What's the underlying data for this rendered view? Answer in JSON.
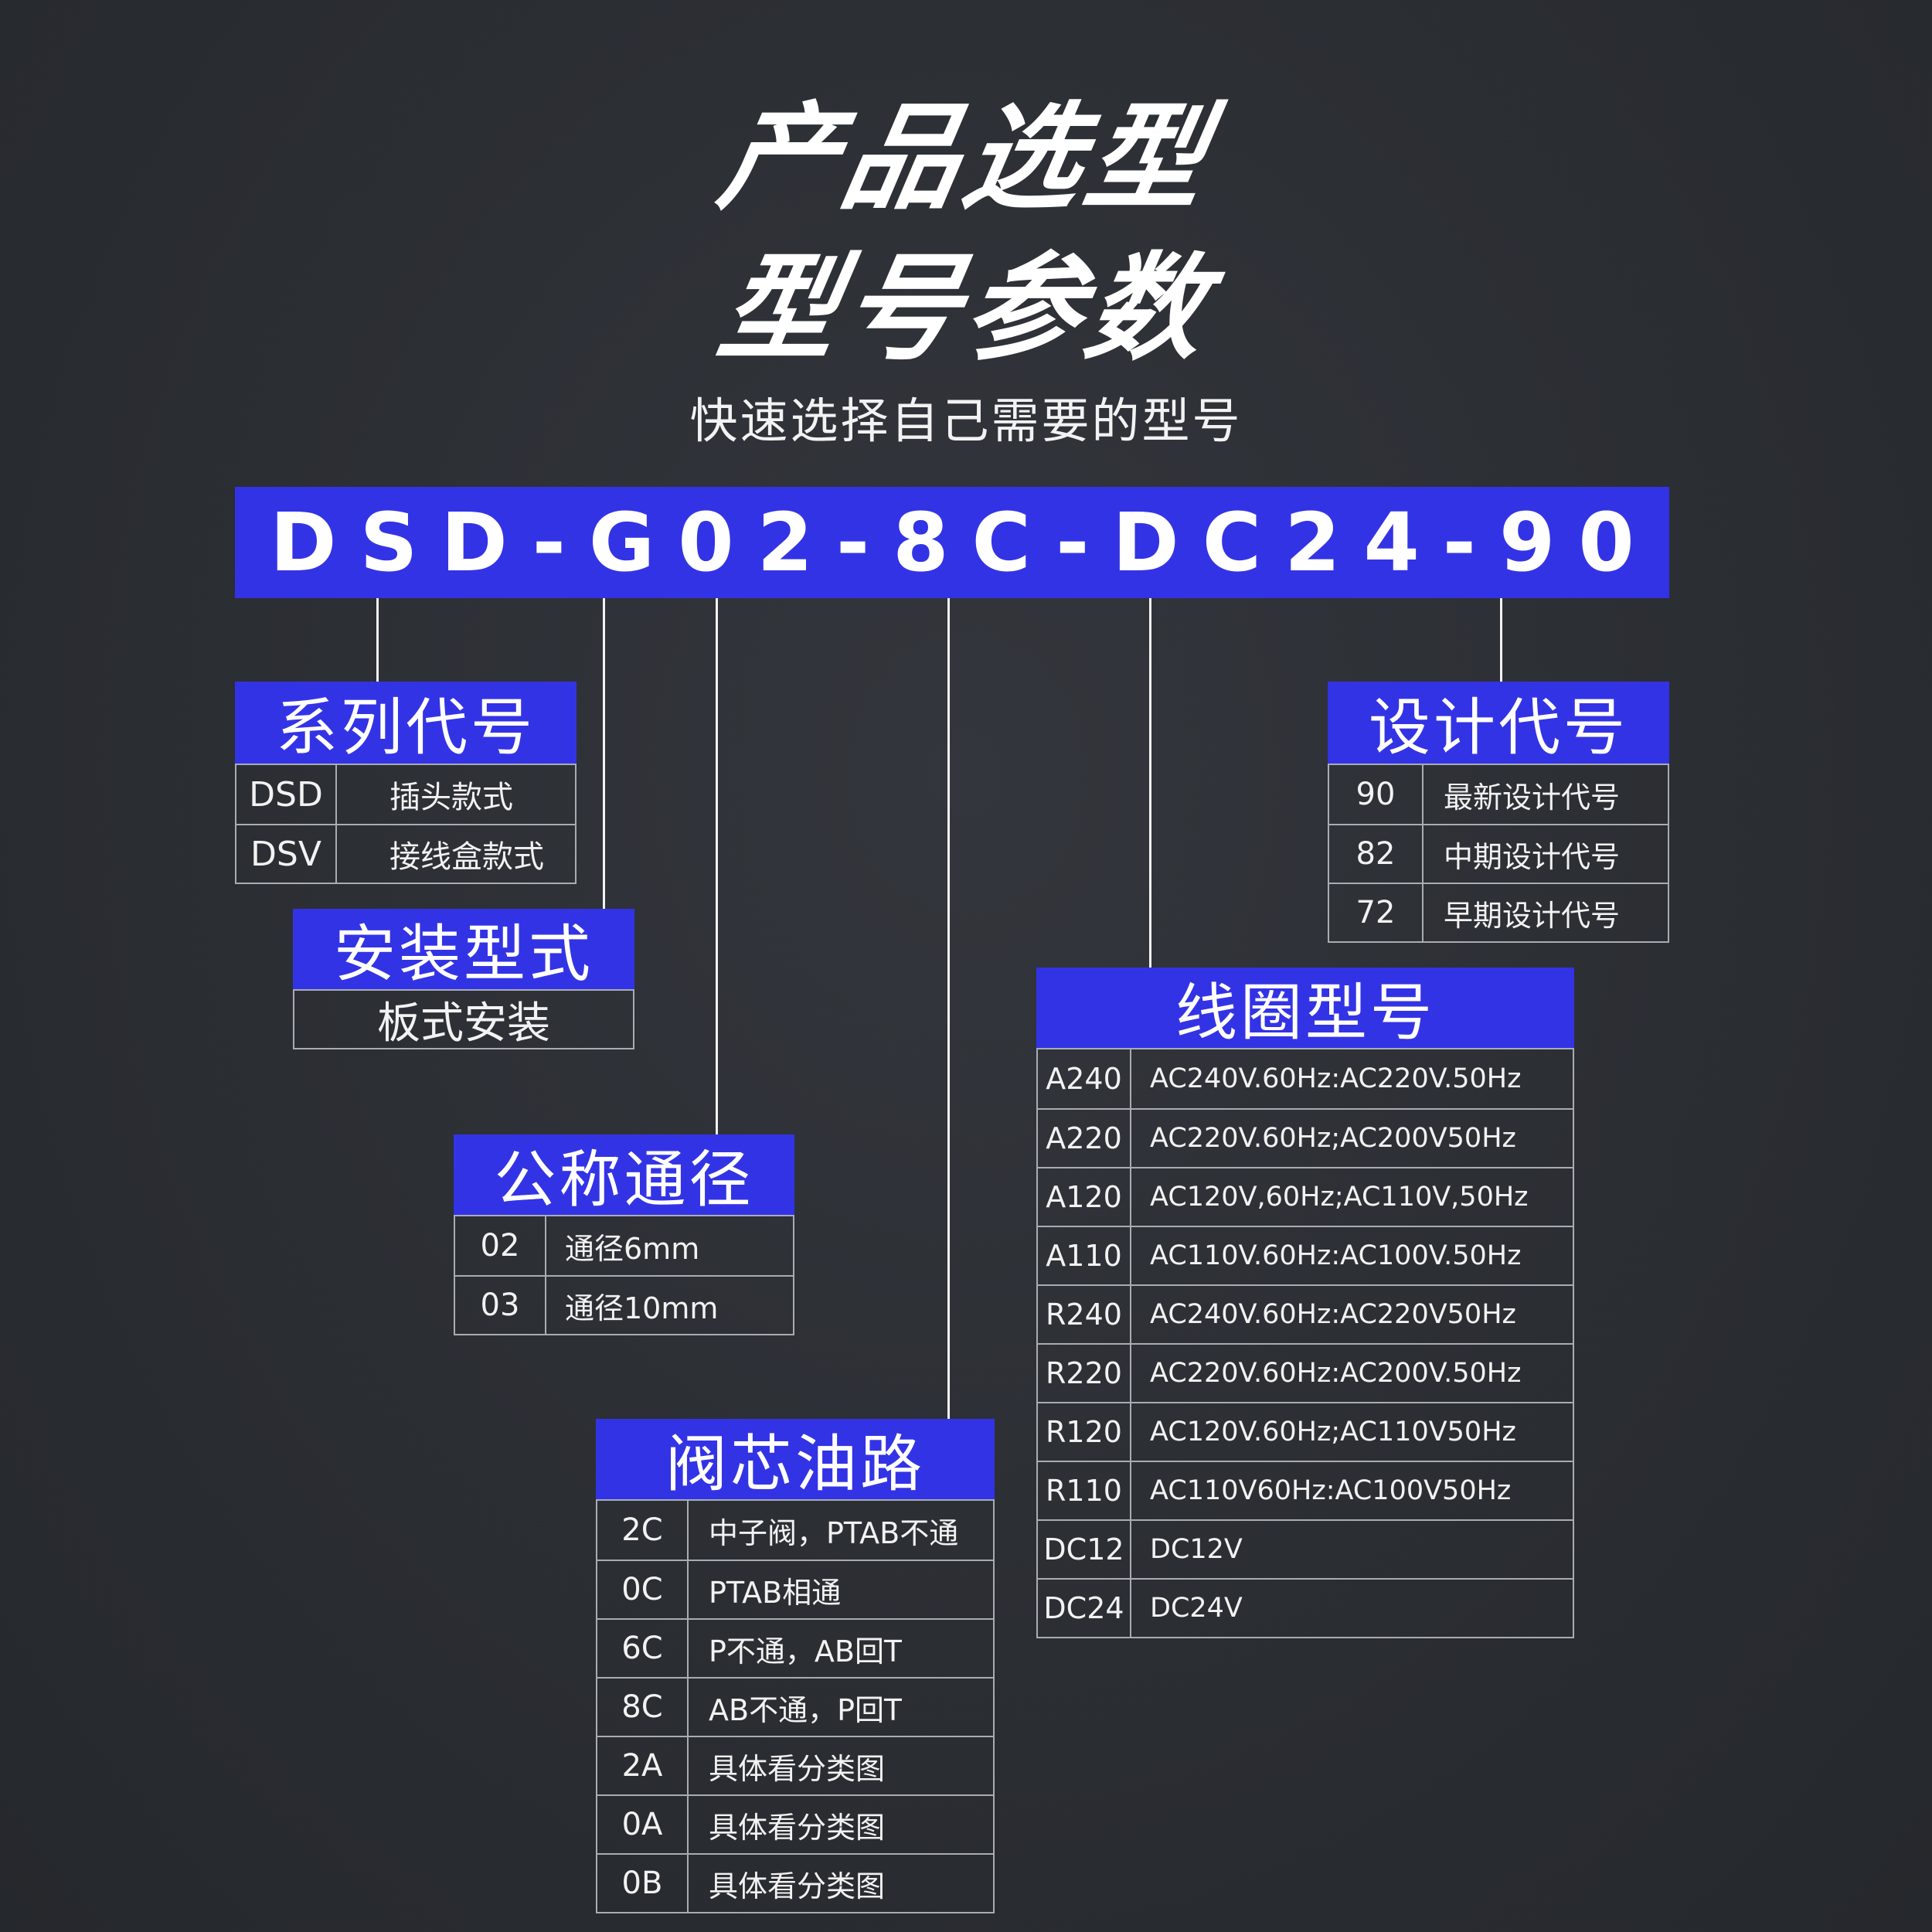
{
  "header": {
    "title_line1": "产品选型",
    "title_line2": "型号参数",
    "subtitle": "快速选择自己需要的型号"
  },
  "model": "DSD-G02-8C-DC24-90",
  "colors": {
    "accent": "#3333e6",
    "background": "#2c2f34",
    "border": "#a9adb3"
  },
  "series": {
    "title": "系列代号",
    "rows": [
      {
        "code": "DSD",
        "desc": "插头款式"
      },
      {
        "code": "DSV",
        "desc": "接线盒款式"
      }
    ]
  },
  "mounting": {
    "title": "安装型式",
    "value": "板式安装"
  },
  "nominal": {
    "title": "公称通径",
    "rows": [
      {
        "code": "02",
        "desc": "通径6mm"
      },
      {
        "code": "03",
        "desc": "通径10mm"
      }
    ]
  },
  "spool": {
    "title": "阀芯油路",
    "rows": [
      {
        "code": "2C",
        "desc": "中子阀，PTAB不通"
      },
      {
        "code": "0C",
        "desc": "PTAB相通"
      },
      {
        "code": "6C",
        "desc": "P不通，AB回T"
      },
      {
        "code": "8C",
        "desc": "AB不通，P回T"
      },
      {
        "code": "2A",
        "desc": "具体看分类图"
      },
      {
        "code": "0A",
        "desc": "具体看分类图"
      },
      {
        "code": "0B",
        "desc": "具体看分类图"
      }
    ]
  },
  "design": {
    "title": "设计代号",
    "rows": [
      {
        "code": "90",
        "desc": "最新设计代号"
      },
      {
        "code": "82",
        "desc": "中期设计代号"
      },
      {
        "code": "72",
        "desc": "早期设计代号"
      }
    ]
  },
  "coil": {
    "title": "线圈型号",
    "rows": [
      {
        "code": "A240",
        "desc": "AC240V.60Hz:AC220V.50Hz"
      },
      {
        "code": "A220",
        "desc": "AC220V.60Hz;AC200V50Hz"
      },
      {
        "code": "A120",
        "desc": "AC120V,60Hz;AC110V,50Hz"
      },
      {
        "code": "A110",
        "desc": "AC110V.60Hz:AC100V.50Hz"
      },
      {
        "code": "R240",
        "desc": "AC240V.60Hz:AC220V50Hz"
      },
      {
        "code": "R220",
        "desc": "AC220V.60Hz:AC200V.50Hz"
      },
      {
        "code": "R120",
        "desc": "AC120V.60Hz;AC110V50Hz"
      },
      {
        "code": "R110",
        "desc": "AC110V60Hz:AC100V50Hz"
      },
      {
        "code": "DC12",
        "desc": "DC12V"
      },
      {
        "code": "DC24",
        "desc": "DC24V"
      }
    ]
  }
}
